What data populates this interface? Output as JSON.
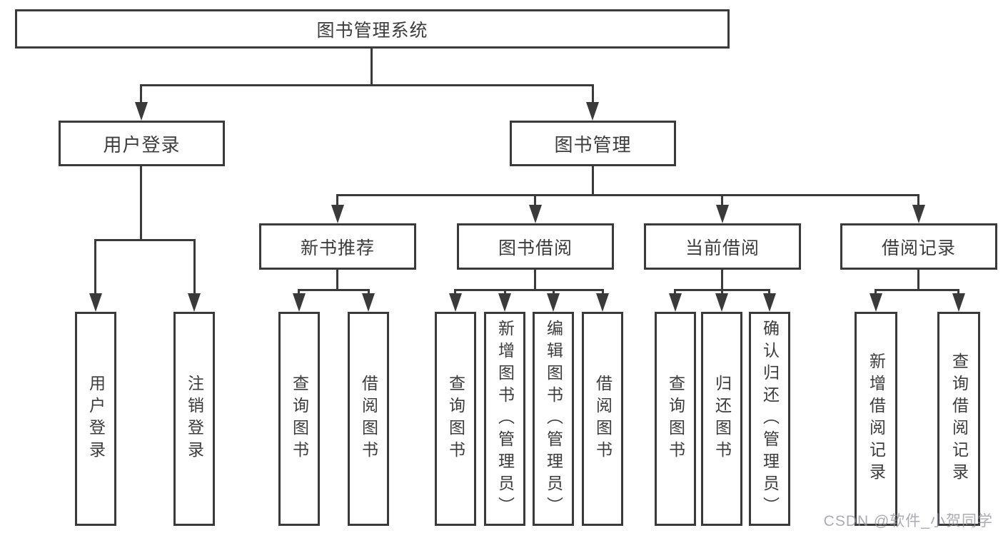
{
  "diagram": {
    "title": "图书管理系统",
    "root": {
      "label": "图书管理系统"
    },
    "level2": [
      {
        "label": "用户登录",
        "children": [
          {
            "label": "用户登录"
          },
          {
            "label": "注销登录"
          }
        ]
      },
      {
        "label": "图书管理",
        "children": [
          {
            "label": "新书推荐",
            "children": [
              {
                "label": "查询图书"
              },
              {
                "label": "借阅图书"
              }
            ]
          },
          {
            "label": "图书借阅",
            "children": [
              {
                "label": "查询图书"
              },
              {
                "label": "新增图书（管理员）"
              },
              {
                "label": "编辑图书（管理员）"
              },
              {
                "label": "借阅图书"
              }
            ]
          },
          {
            "label": "当前借阅",
            "children": [
              {
                "label": "查询图书"
              },
              {
                "label": "归还图书"
              },
              {
                "label": "确认归还（管理员）"
              }
            ]
          },
          {
            "label": "借阅记录",
            "children": [
              {
                "label": "新增借阅记录"
              },
              {
                "label": "查询借阅记录"
              }
            ]
          }
        ]
      }
    ],
    "watermark": "CSDN @软件_小贺同学",
    "colors": {
      "line": "#3a3a3a",
      "text": "#3c3c3c",
      "background": "#ffffff",
      "watermark": "#94949c"
    }
  }
}
